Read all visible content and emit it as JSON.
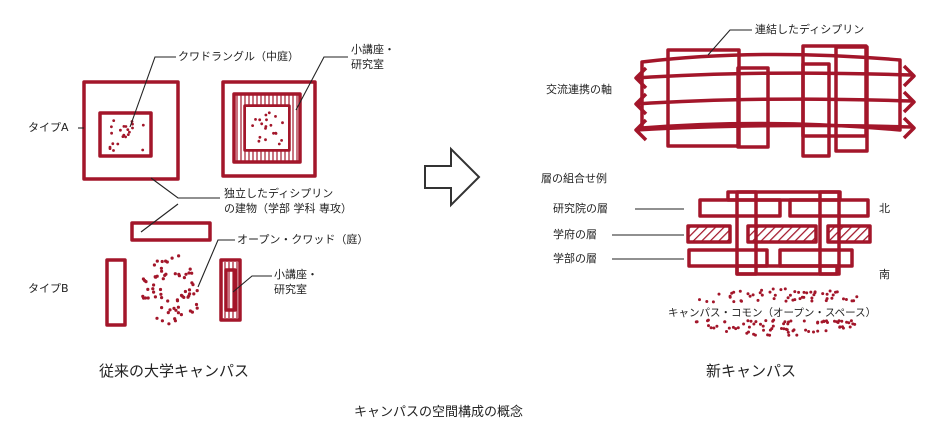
{
  "colors": {
    "stroke": "#a3162a",
    "text": "#222222",
    "line": "#222222",
    "arrow": "#333333"
  },
  "left": {
    "caption": "従来の大学キャンパス",
    "labels": {
      "quad": "クワドラングル（中庭）",
      "small_lecture_a_1": "小講座・",
      "small_lecture_a_2": "研究室",
      "type_a": "タイプA",
      "indep_1": "独立したディシプリン",
      "indep_2": "の建物（学部 学科 専攻）",
      "open_quad": "オープン・クワッド（庭）",
      "type_b": "タイプB",
      "small_lecture_b_1": "小講座・",
      "small_lecture_b_2": "研究室"
    }
  },
  "right": {
    "caption": "新キャンパス",
    "labels": {
      "linked": "連結したディシプリン",
      "axis": "交流連携の軸",
      "layers_example": "層の組合せ例",
      "grad_layer": "研究院の層",
      "school_layer": "学府の層",
      "faculty_layer": "学部の層",
      "north": "北",
      "south": "南",
      "commons": "キャンパス・コモン（オープン・スペース）"
    }
  },
  "bottom_caption": "キャンパスの空間構成の概念"
}
